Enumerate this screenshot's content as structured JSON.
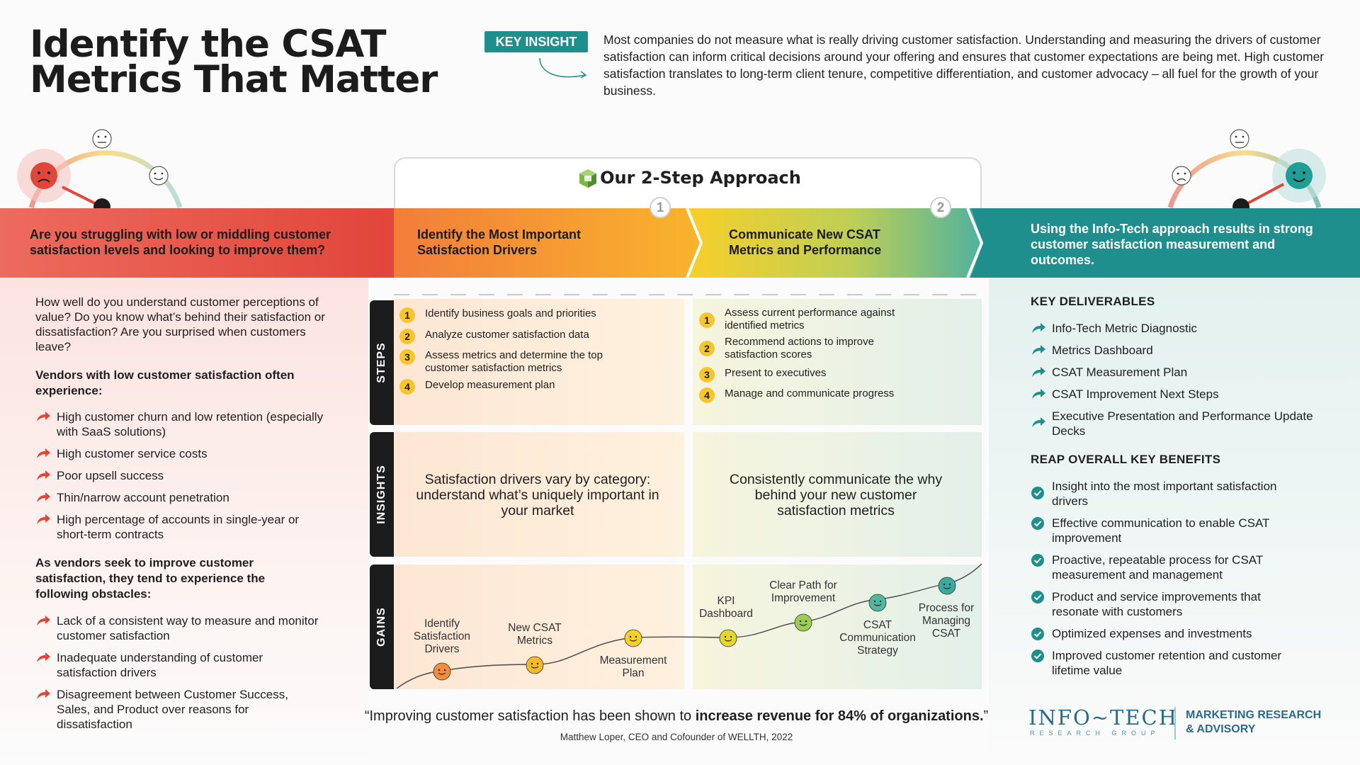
{
  "header": {
    "title_line1": "Identify the CSAT",
    "title_line2": "Metrics That Matter",
    "badge": "KEY INSIGHT",
    "insight": "Most companies do not measure what is really driving customer satisfaction. Understanding and measuring the drivers of customer satisfaction can inform critical decisions around your offering and ensures that customer expectations are being met. High customer satisfaction translates to long-term client tenure, competitive differentiation, and customer advocacy – all fuel for the growth of your business."
  },
  "approach": {
    "title": "Our 2-Step Approach",
    "step1_number": "1",
    "step2_number": "2"
  },
  "banner": {
    "problem": "Are you struggling with low or middling customer satisfaction levels and looking to improve them?",
    "step1": "Identify the Most Important Satisfaction Drivers",
    "step2": "Communicate New CSAT Metrics and Performance",
    "result": "Using the Info-Tech approach results in strong customer satisfaction measurement and outcomes."
  },
  "left": {
    "intro": "How well do you understand customer perceptions of value? Do you know what’s behind their satisfaction or dissatisfaction? Are you surprised when customers leave?",
    "heading1": "Vendors with low customer satisfaction often experience:",
    "list1": [
      "High customer churn and low retention (especially with SaaS solutions)",
      "High customer service costs",
      "Poor upsell success",
      "Thin/narrow account penetration",
      "High percentage of accounts in single-year or short-term contracts"
    ],
    "heading2": "As vendors seek to improve customer satisfaction, they tend to experience the following obstacles:",
    "list2": [
      "Lack of a consistent way to measure and monitor customer satisfaction",
      "Inadequate understanding of customer satisfaction drivers",
      "Disagreement between Customer Success, Sales, and Product over reasons for dissatisfaction"
    ]
  },
  "grid": {
    "row_labels": [
      "STEPS",
      "INSIGHTS",
      "GAINS"
    ],
    "steps1": [
      {
        "n": "1",
        "text": "Identify business goals and priorities"
      },
      {
        "n": "2",
        "text": "Analyze customer satisfaction data"
      },
      {
        "n": "3",
        "text": "Assess metrics and determine the top customer satisfaction metrics"
      },
      {
        "n": "4",
        "text": "Develop measurement plan"
      }
    ],
    "steps2": [
      {
        "n": "1",
        "text": "Assess current performance against identified metrics"
      },
      {
        "n": "2",
        "text": "Recommend actions to improve satisfaction scores"
      },
      {
        "n": "3",
        "text": "Present to executives"
      },
      {
        "n": "4",
        "text": "Manage and communicate progress"
      }
    ],
    "insight1": "Satisfaction drivers vary by category: understand what’s uniquely important in your market",
    "insight2": "Consistently communicate the why behind your new customer satisfaction metrics",
    "gains": [
      "Identify Satisfaction Drivers",
      "New CSAT Metrics",
      "Measurement Plan",
      "KPI Dashboard",
      "Clear Path for Improvement",
      "CSAT Communication Strategy",
      "Process for Managing CSAT"
    ]
  },
  "right": {
    "deliverables_heading": "KEY DELIVERABLES",
    "deliverables": [
      "Info-Tech Metric Diagnostic",
      "Metrics Dashboard",
      "CSAT Measurement Plan",
      "CSAT Improvement Next Steps",
      "Executive Presentation and Performance Update Decks"
    ],
    "benefits_heading": "REAP OVERALL KEY BENEFITS",
    "benefits": [
      "Insight into the most important satisfaction drivers",
      "Effective communication to enable CSAT improvement",
      "Proactive, repeatable process for CSAT measurement and management",
      "Product and service improvements that resonate with customers",
      "Optimized expenses and investments",
      "Improved customer retention and customer lifetime value"
    ]
  },
  "footer": {
    "quote_pre": "“Improving customer satisfaction has been shown to ",
    "quote_bold": "increase revenue for 84% of organizations.",
    "quote_post": "”",
    "attribution": "Matthew Loper, CEO and Cofounder of WELLTH, 2022",
    "logo_main": "INFO~TECH",
    "logo_sub": "RESEARCH GROUP",
    "logo_line1": "MARKETING RESEARCH",
    "logo_line2": "& ADVISORY"
  },
  "colors": {
    "red": "#e2453a",
    "orange": "#f48a3c",
    "yellow": "#f7c52b",
    "teal": "#1e8f8c",
    "dark": "#1c1c1c"
  },
  "icons": [
    "sad-face-icon",
    "neutral-face-icon",
    "happy-face-icon",
    "cube-icon",
    "arrow-icon",
    "check-circle-icon"
  ]
}
